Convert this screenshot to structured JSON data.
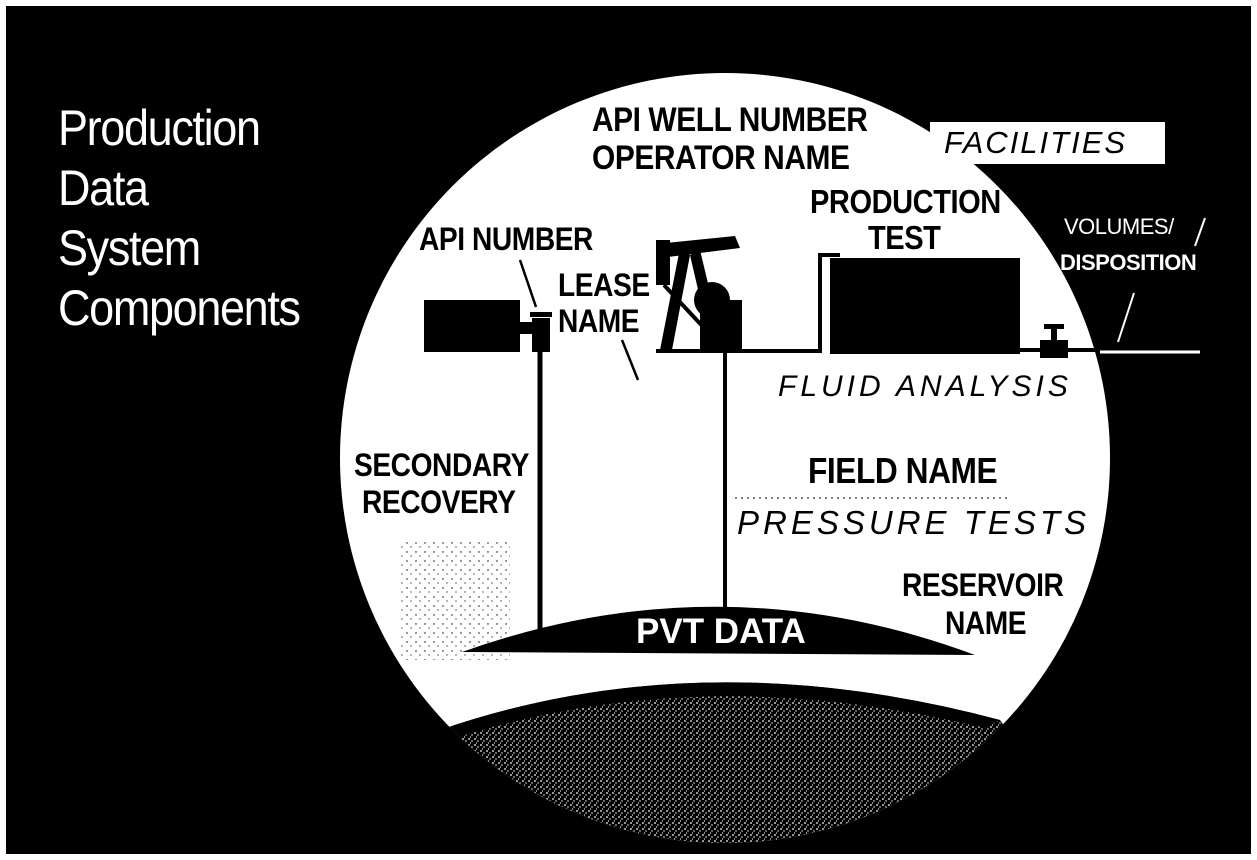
{
  "title_lines": [
    "Production",
    "Data",
    "System",
    "Components"
  ],
  "labels": {
    "api_well_number": "API WELL NUMBER",
    "operator_name": "OPERATOR NAME",
    "facilities": "FACILITIES",
    "production_test_line1": "PRODUCTION",
    "production_test_line2": "TEST",
    "api_number": "API NUMBER",
    "lease_line1": "LEASE",
    "lease_line2": "NAME",
    "volumes_line1": "VOLUMES/",
    "volumes_line2": "DISPOSITION",
    "fluid_analysis": "FLUID ANALYSIS",
    "secondary_line1": "SECONDARY",
    "secondary_line2": "RECOVERY",
    "field_name": "FIELD NAME",
    "pressure_tests": "PRESSURE TESTS",
    "reservoir_line1": "RESERVOIR",
    "reservoir_line2": "NAME",
    "pvt_data": "PVT DATA"
  },
  "colors": {
    "background": "#000000",
    "circle": "#ffffff",
    "ink": "#000000"
  }
}
